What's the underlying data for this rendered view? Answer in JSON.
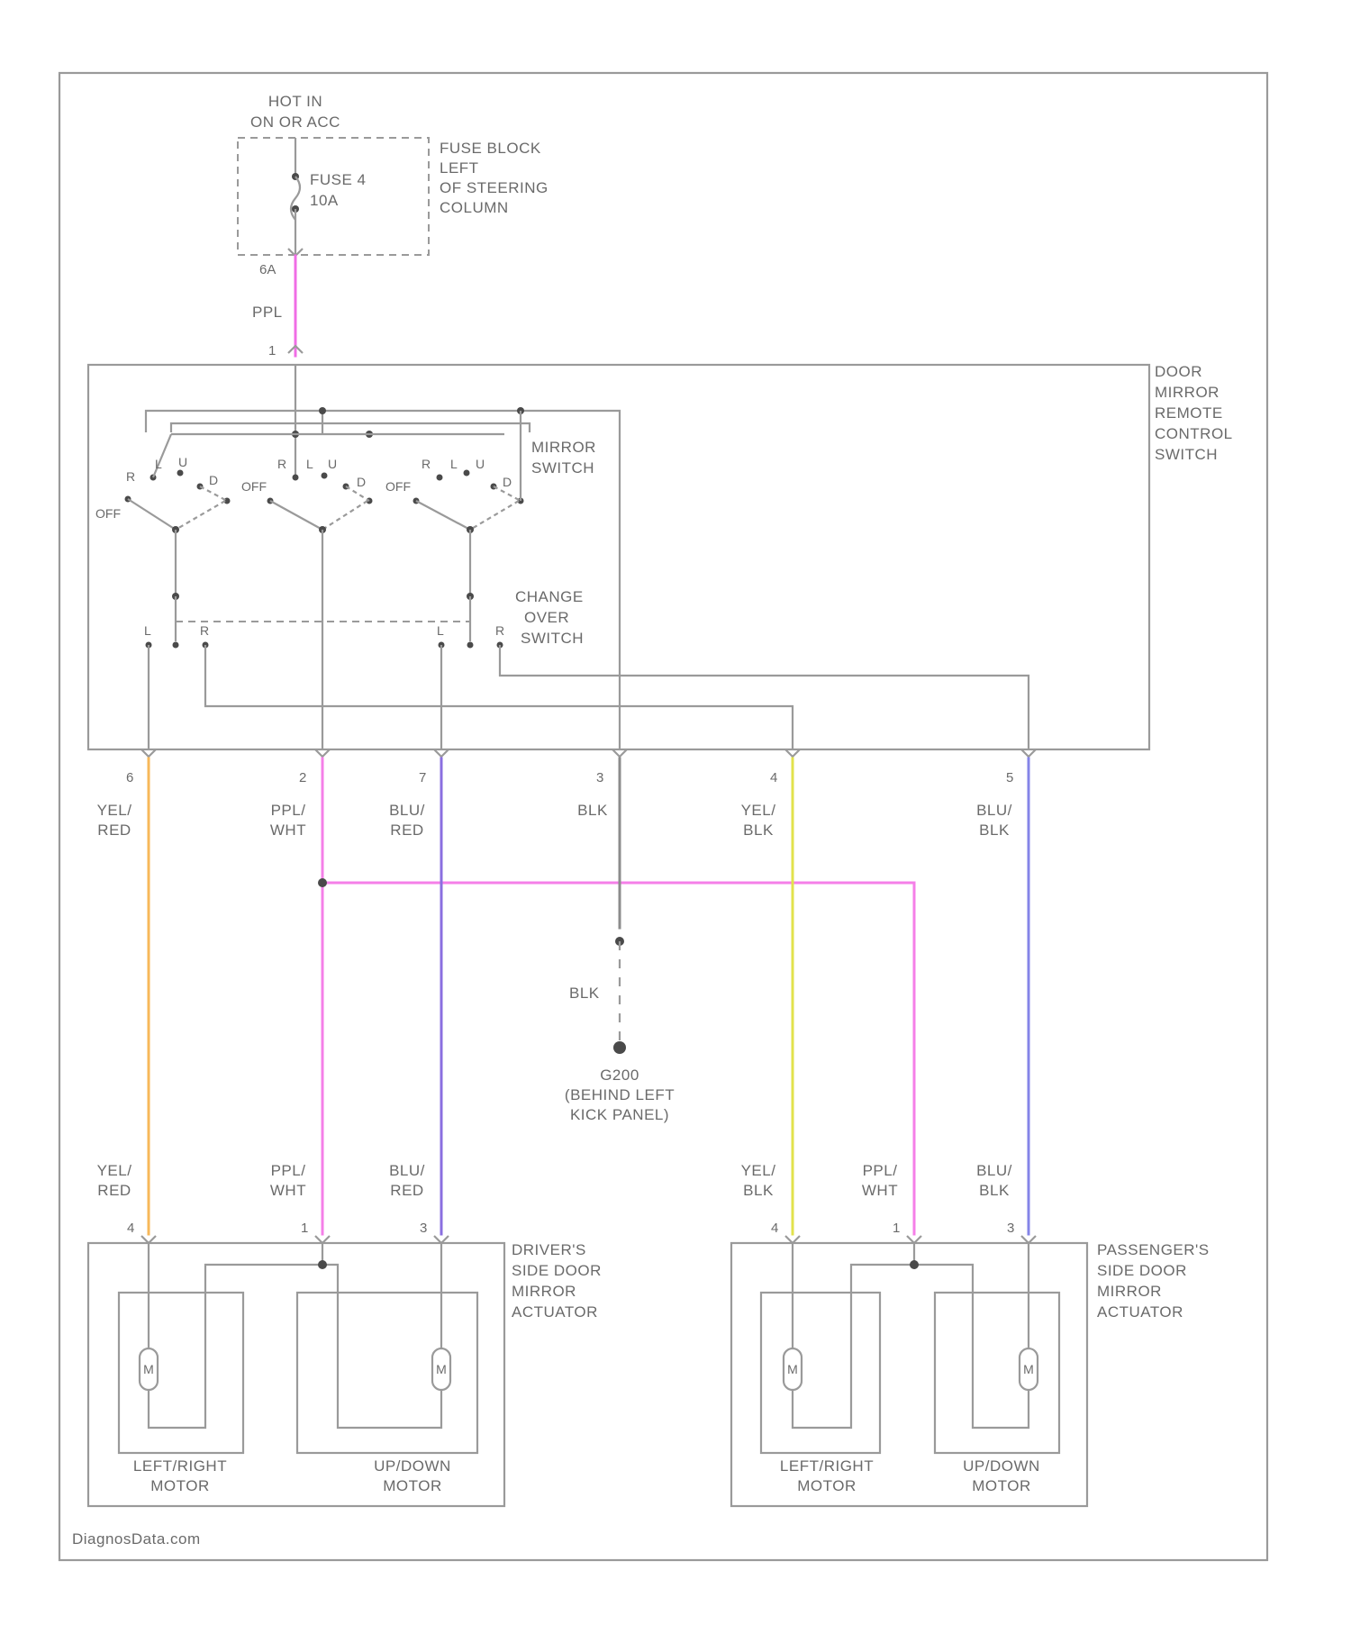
{
  "power": {
    "hot_line1": "HOT IN",
    "hot_line2": "ON OR ACC",
    "fuse_line1": "FUSE 4",
    "fuse_line2": "10A",
    "fuse_block": [
      "FUSE BLOCK",
      "LEFT",
      "OF STEERING",
      "COLUMN"
    ],
    "connector_pin": "6A",
    "wire_color": "PPL"
  },
  "switch_assembly": {
    "name": [
      "DOOR",
      "MIRROR",
      "REMOTE",
      "CONTROL",
      "SWITCH"
    ],
    "mirror_switch": [
      "MIRROR",
      "SWITCH"
    ],
    "changeover_switch": [
      "CHANGE",
      "OVER",
      "SWITCH"
    ],
    "input_pin": "1",
    "switch_labels": {
      "off": "OFF",
      "r": "R",
      "l": "L",
      "u": "U",
      "d": "D"
    }
  },
  "harness": [
    {
      "pin": "6",
      "color": "YEL/\nRED"
    },
    {
      "pin": "2",
      "color": "PPL/\nWHT"
    },
    {
      "pin": "7",
      "color": "BLU/\nRED"
    },
    {
      "pin": "3",
      "color": "BLK"
    },
    {
      "pin": "4",
      "color": "YEL/\nBLK"
    },
    {
      "pin": "5",
      "color": "BLU/\nBLK"
    }
  ],
  "ground": {
    "wire_color": "BLK",
    "label": [
      "G200",
      "(BEHIND LEFT",
      "KICK PANEL)"
    ]
  },
  "driver_actuator": {
    "name": [
      "DRIVER'S",
      "SIDE DOOR",
      "MIRROR",
      "ACTUATOR"
    ],
    "pins": [
      {
        "pin": "4",
        "color": "YEL/\nRED"
      },
      {
        "pin": "1",
        "color": "PPL/\nWHT"
      },
      {
        "pin": "3",
        "color": "BLU/\nRED"
      }
    ],
    "left_motor": [
      "LEFT/RIGHT",
      "MOTOR"
    ],
    "right_motor": [
      "UP/DOWN",
      "MOTOR"
    ],
    "motor_symbol": "M"
  },
  "passenger_actuator": {
    "name": [
      "PASSENGER'S",
      "SIDE DOOR",
      "MIRROR",
      "ACTUATOR"
    ],
    "pins": [
      {
        "pin": "4",
        "color": "YEL/\nBLK"
      },
      {
        "pin": "1",
        "color": "PPL/\nWHT"
      },
      {
        "pin": "3",
        "color": "BLU/\nBLK"
      }
    ],
    "left_motor": [
      "LEFT/RIGHT",
      "MOTOR"
    ],
    "right_motor": [
      "UP/DOWN",
      "MOTOR"
    ],
    "motor_symbol": "M"
  },
  "footer": "DiagnosData.com",
  "colors": {
    "yel_red": "#f7b85a",
    "ppl": "#f06de6",
    "ppl_wht": "#f57fe8",
    "blu_red": "#8a6fe0",
    "blk": "#8c8c8c",
    "yel_blk": "#e2e24c",
    "blu_blk": "#8585e8"
  }
}
